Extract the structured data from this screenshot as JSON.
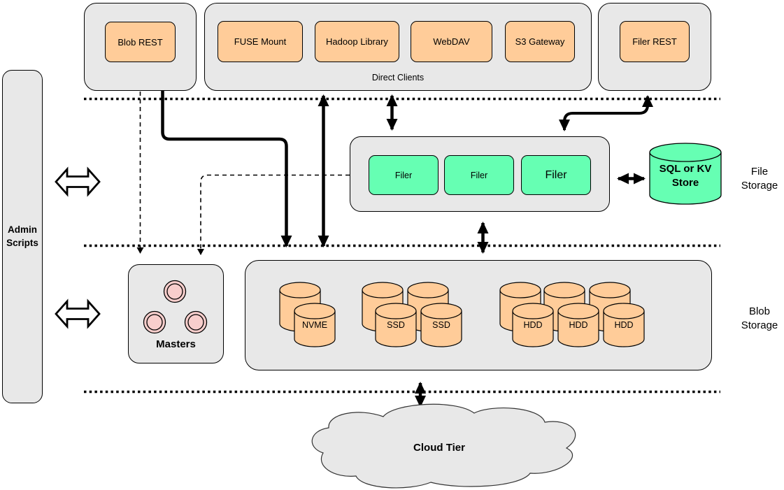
{
  "colors": {
    "container_gray": "#e8e8e8",
    "node_orange": "#ffcc99",
    "node_green": "#66ffb3",
    "master_pink": "#f8cecc",
    "line_black": "#000000"
  },
  "admin_panel": {
    "label": "Admin\nScripts"
  },
  "top_row": {
    "blob_rest": "Blob REST",
    "direct_clients_caption": "Direct Clients",
    "direct_clients": [
      "FUSE Mount",
      "Hadoop Library",
      "WebDAV",
      "S3 Gateway"
    ],
    "filer_rest": "Filer REST"
  },
  "file_storage": {
    "section_label": "File\nStorage",
    "filers": [
      "Filer",
      "Filer",
      "Filer"
    ],
    "store": "SQL or KV\nStore"
  },
  "blob_storage": {
    "section_label": "Blob\nStorage",
    "masters": "Masters",
    "nvme": [
      "NVME"
    ],
    "ssd": [
      "SSD",
      "SSD"
    ],
    "hdd": [
      "HDD",
      "HDD",
      "HDD"
    ]
  },
  "cloud": {
    "label": "Cloud Tier"
  }
}
